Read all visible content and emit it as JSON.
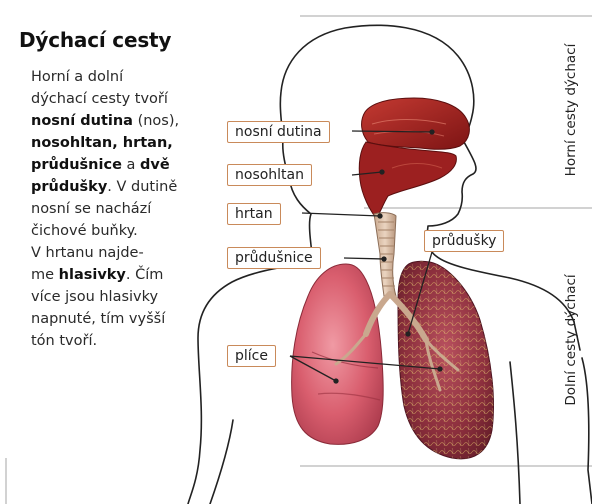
{
  "title": "Dýchací cesty",
  "text": {
    "line1": "Horní a dolní",
    "line2": "dýchací cesty tvoří",
    "line3_bold": "nosní dutina",
    "line3_rest": " (nos),",
    "line4_bold": "nosohltan, hrtan,",
    "line5_bold1": "průdušnice",
    "line5_mid": " a ",
    "line5_bold2": "dvě",
    "line6_bold": "průdušky",
    "line6_rest": ". V dutině",
    "line7": "nosní se nachází",
    "line8": "čichové buňky.",
    "line9": "V hrtanu najde-",
    "line10_pre": "me ",
    "line10_bold": "hlasivky",
    "line10_post": ". Čím",
    "line11": "více jsou hlasivky",
    "line12": "napnuté, tím vyšší",
    "line13": "tón tvoří."
  },
  "labels": {
    "nosni_dutina": "nosní dutina",
    "nosohltan": "nosohltan",
    "hrtan": "hrtan",
    "prudusnice": "průdušnice",
    "prudusky": "průdušky",
    "plice": "plíce"
  },
  "side": {
    "upper": "Horní cesty dýchací",
    "lower": "Dolní cesty dýchací"
  },
  "colors": {
    "callout_border": "#c98a5a",
    "lung_right": "#d45a6a",
    "lung_left": "#8a2e3c",
    "head_organ": "#a31f1f",
    "trachea": "#d9bfa8",
    "outline": "#222222",
    "divider": "#9a9a9a"
  }
}
